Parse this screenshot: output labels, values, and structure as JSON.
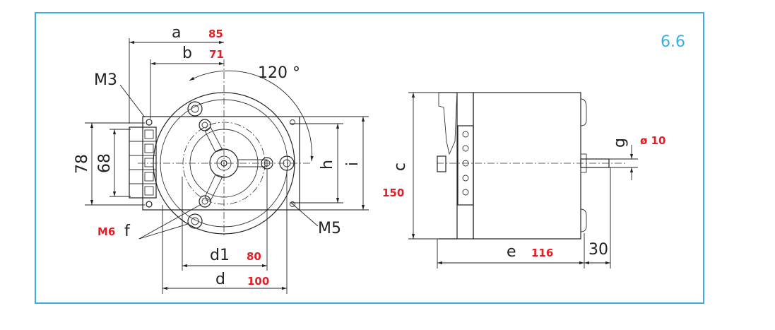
{
  "figure_ref": "6.6",
  "labels": {
    "a": "a",
    "b": "b",
    "angle": "120 °",
    "m3": "M3",
    "dim_78": "78",
    "dim_68": "68",
    "h": "h",
    "i": "i",
    "f": "f",
    "m5": "M5",
    "d1": "d1",
    "d": "d",
    "c": "c",
    "e": "e",
    "g": "g",
    "dim_30": "30"
  },
  "values": {
    "a": "85",
    "b": "71",
    "m6": "M6",
    "d1": "80",
    "d": "100",
    "c": "150",
    "e": "116",
    "g": "ø 10"
  },
  "colors": {
    "frame": "#3aaee0",
    "value": "#e41e26",
    "line": "#222222"
  }
}
